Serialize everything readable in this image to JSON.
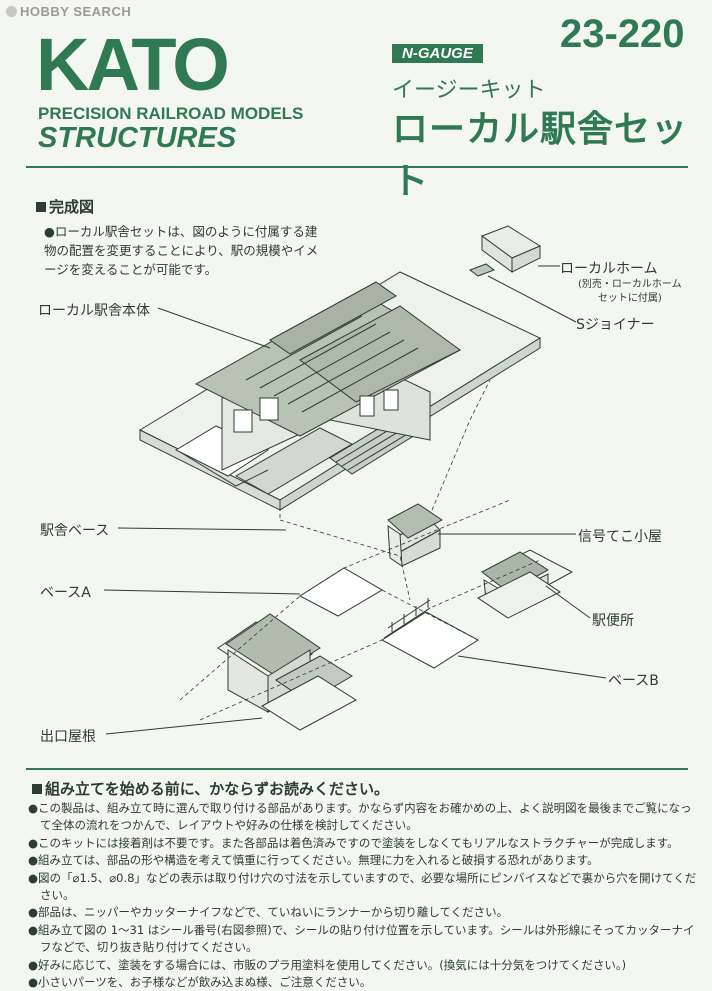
{
  "watermark": "HOBBY SEARCH",
  "header": {
    "logo_text": "KATO",
    "logo_line1": "PRECISION RAILROAD MODELS",
    "logo_line2": "STRUCTURES",
    "gauge_badge": "N-GAUGE",
    "product_number": "23-220",
    "subtitle": "イージーキット",
    "title": "ローカル駅舎セット"
  },
  "completion": {
    "heading": "完成図",
    "intro": "●ローカル駅舎セットは、図のように付属する建物の配置を変更することにより、駅の規模やイメージを変えることが可能です。",
    "labels": {
      "local_home": "ローカルホーム",
      "local_home_note_1": "(別売・ローカルホーム",
      "local_home_note_2": "セットに付属)",
      "s_joiner": "Sジョイナー",
      "station_main": "ローカル駅舎本体",
      "station_base": "駅舎ベース",
      "signal_hut": "信号てこ小屋",
      "base_a": "ベースA",
      "toilet": "駅便所",
      "base_b": "ベースB",
      "exit_roof": "出口屋根"
    }
  },
  "notes": {
    "heading": "組み立てを始める前に、かならずお読みください。",
    "items": [
      "●この製品は、組み立て時に選んで取り付ける部品があります。かならず内容をお確かめの上、よく説明図を最後までご覧になって全体の流れをつかんで、レイアウトや好みの仕様を検討してください。",
      "●このキットには接着剤は不要です。また各部品は着色済みですので塗装をしなくてもリアルなストラクチャーが完成します。",
      "●組み立ては、部品の形や構造を考えて慎重に行ってください。無理に力を入れると破損する恐れがあります。",
      "●図の「⌀1.5、⌀0.8」などの表示は取り付け穴の寸法を示していますので、必要な場所にピンバイスなどで裏から穴を開けてください。",
      "●部品は、ニッパーやカッターナイフなどで、ていねいにランナーから切り離してください。",
      "●組み立て図の 1〜31 はシール番号(右図参照)で、シールの貼り付け位置を示しています。シールは外形線にそってカッターナイフなどで、切り抜き貼り付けてください。",
      "●好みに応じて、塗装をする場合には、市販のプラ用塗料を使用してください。(換気には十分気をつけてください。)",
      "●小さいパーツを、お子様などが飲み込まぬ様、ご注意ください。"
    ]
  }
}
